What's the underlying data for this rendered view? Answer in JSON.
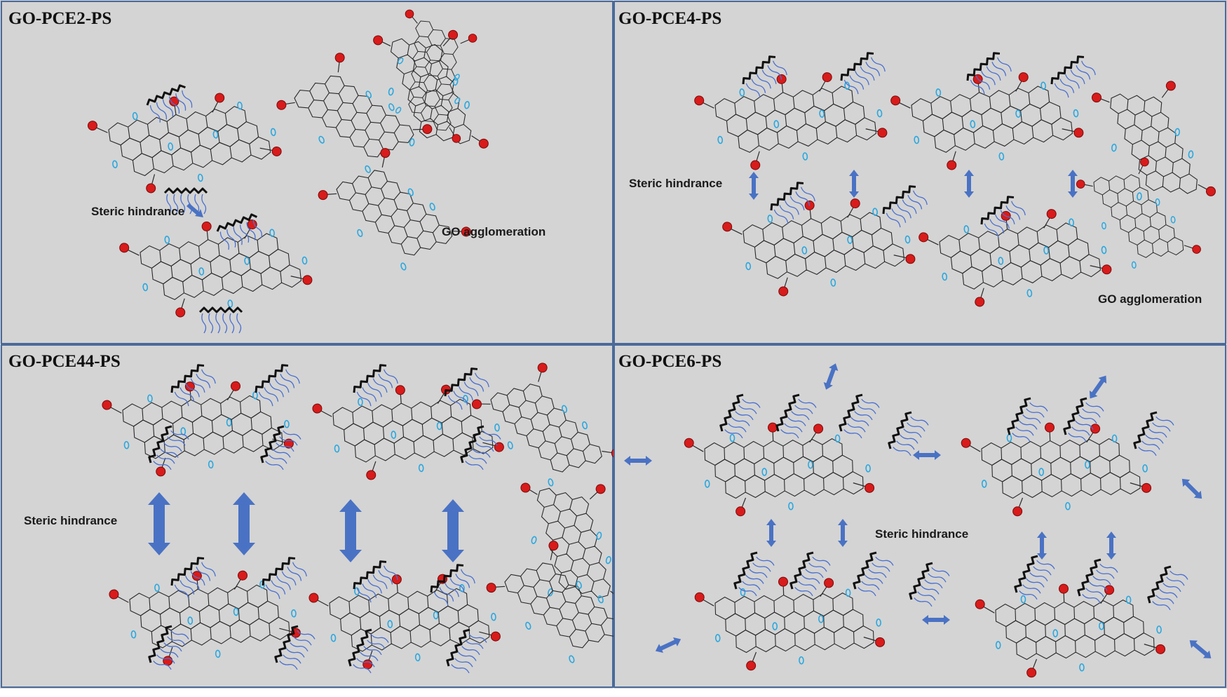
{
  "panels": [
    {
      "title": "GO-PCE2-PS"
    },
    {
      "title": "GO-PCE4-PS"
    },
    {
      "title": "GO-PCE44-PS"
    },
    {
      "title": "GO-PCE6-PS"
    }
  ],
  "labels": {
    "steric_hindrance": "Steric hindrance",
    "go_agglomeration": "GO agglomeration"
  },
  "colors": {
    "panel_background": "#d4d4d4",
    "panel_border": "#4a6a9a",
    "oxygen": "#d81b1b",
    "hydroxyl": "#29a8e0",
    "polymer_side_chain": "#4a6fd0",
    "arrow": "#4a72c4"
  }
}
